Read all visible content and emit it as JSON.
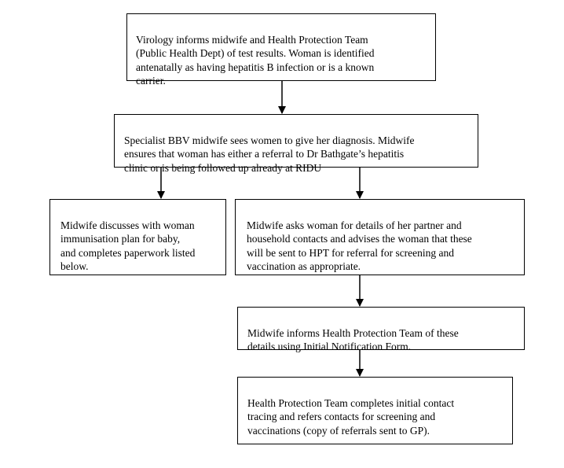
{
  "flowchart": {
    "steps": [
      {
        "id": "virology-notification",
        "text": "Virology informs midwife and Health Protection Team\n(Public Health Dept) of test results. Woman is identified\nantenatally as having hepatitis B infection or is a known\ncarrier."
      },
      {
        "id": "specialist-midwife-diagnosis",
        "text": "Specialist BBV midwife sees women to give her diagnosis. Midwife\nensures that woman has either a referral to Dr Bathgate’s hepatitis\nclinic or is being followed up already at RIDU"
      },
      {
        "id": "baby-immunisation-plan",
        "text": "Midwife discusses with woman\nimmunisation plan for baby,\nand completes paperwork listed\nbelow."
      },
      {
        "id": "partner-household-contacts",
        "text": "Midwife asks woman for details of her partner and\nhousehold contacts and advises the woman that these\nwill be sent to HPT for referral for screening and\nvaccination as appropriate."
      },
      {
        "id": "initial-notification-form",
        "text": "Midwife informs Health Protection Team of these\ndetails using Initial Notification Form."
      },
      {
        "id": "contact-tracing",
        "text": "Health Protection Team completes initial contact\ntracing and refers contacts for screening and\nvaccinations (copy of referrals sent to GP)."
      }
    ],
    "connections": [
      {
        "from": "virology-notification",
        "to": "specialist-midwife-diagnosis"
      },
      {
        "from": "specialist-midwife-diagnosis",
        "to": "baby-immunisation-plan"
      },
      {
        "from": "specialist-midwife-diagnosis",
        "to": "partner-household-contacts"
      },
      {
        "from": "partner-household-contacts",
        "to": "initial-notification-form"
      },
      {
        "from": "initial-notification-form",
        "to": "contact-tracing"
      }
    ],
    "colors": {
      "line": "#000000",
      "box_border": "#000000",
      "background": "#ffffff"
    }
  }
}
